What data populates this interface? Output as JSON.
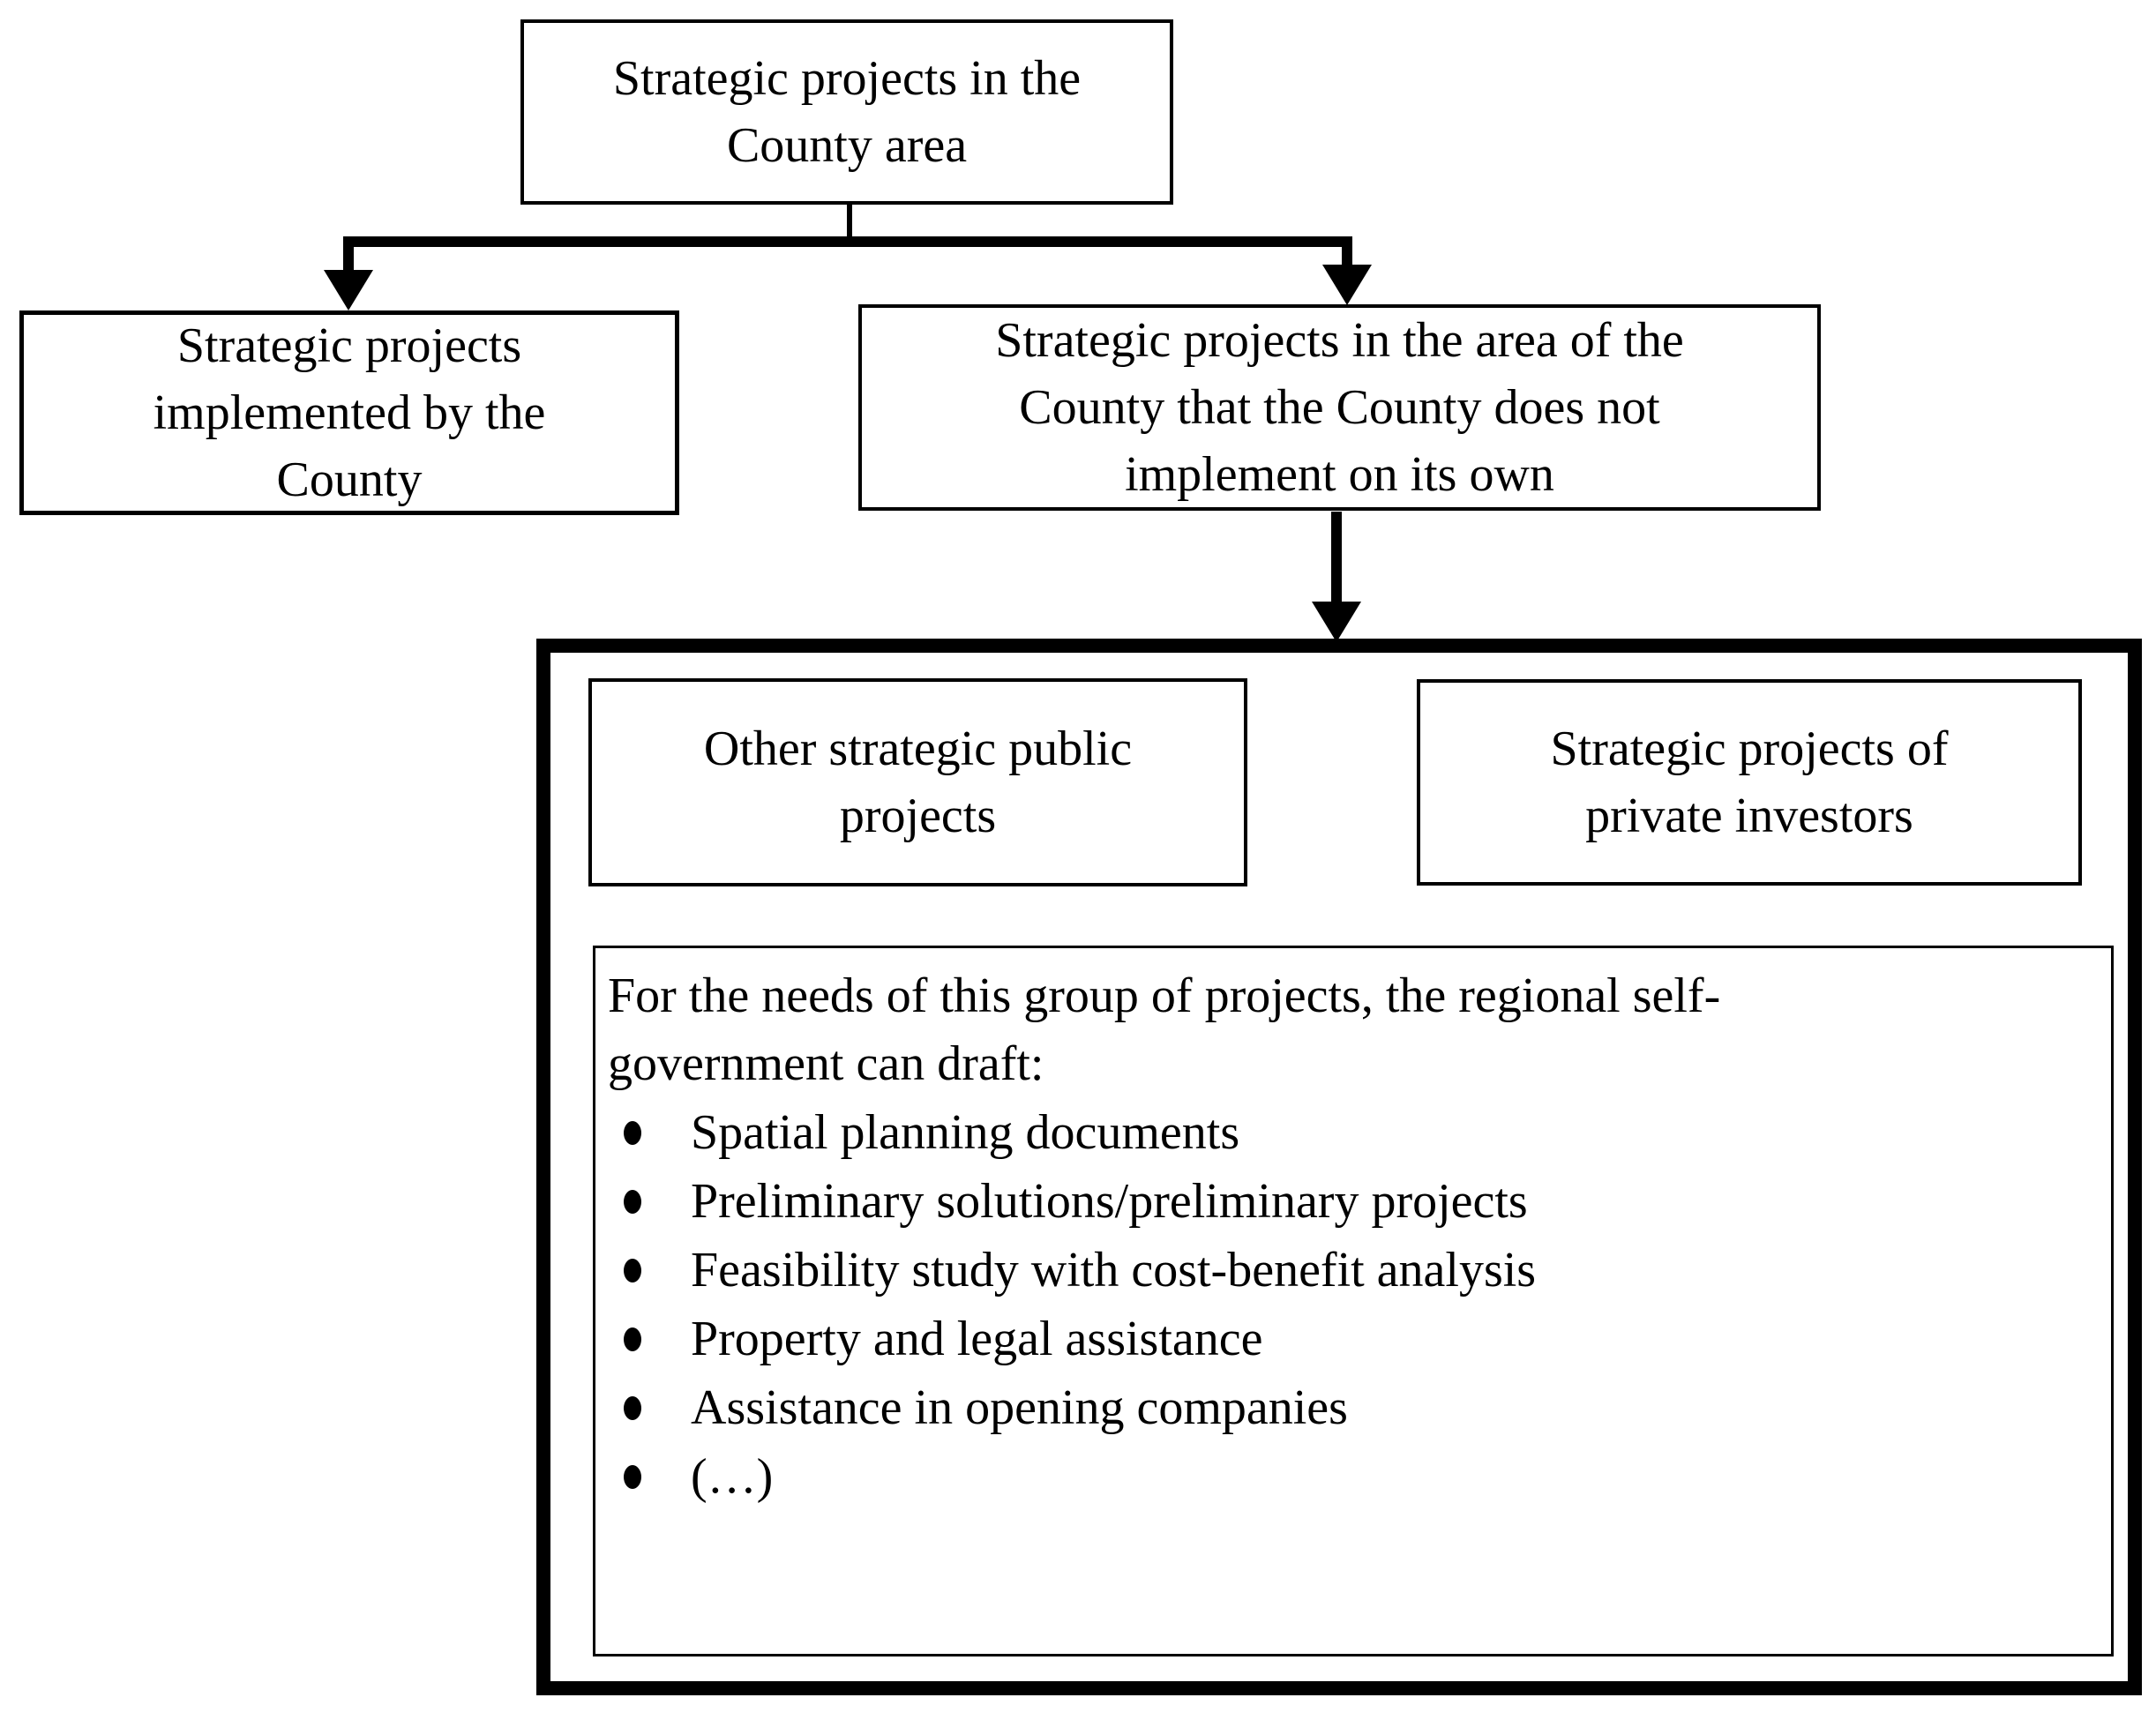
{
  "figure": {
    "background_color": "#ffffff",
    "line_color": "#000000",
    "root_box": {
      "lines": [
        "Strategic projects in the",
        "County area"
      ]
    },
    "county_box": {
      "lines": [
        "Strategic projects",
        "implemented by the",
        "County"
      ]
    },
    "non_county_box": {
      "lines": [
        "Strategic projects in the area of the",
        "County that the County does not",
        "implement on its own"
      ]
    },
    "group_container": {
      "public_box": {
        "lines": [
          "Other strategic public",
          "projects"
        ]
      },
      "private_box": {
        "lines": [
          "Strategic projects of",
          "private investors"
        ]
      },
      "drafts_box": {
        "intro_lines": [
          "For the needs of this group of projects, the regional self-",
          "government can draft:"
        ],
        "bullets": [
          "Spatial planning documents",
          "Preliminary solutions/preliminary projects",
          "Feasibility study with cost-benefit analysis",
          "Property and legal assistance",
          "Assistance in opening companies",
          "(…)"
        ]
      }
    }
  }
}
